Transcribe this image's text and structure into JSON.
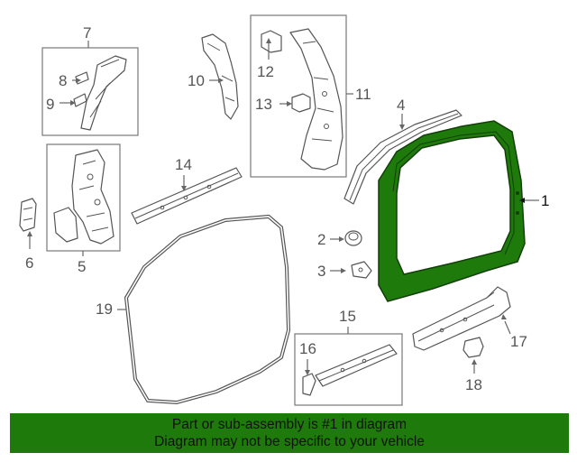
{
  "colors": {
    "highlight_part": "#1f7a0c",
    "banner_background": "#1f7a0c",
    "line_art": "#555555"
  },
  "callouts": {
    "c1": "1",
    "c2": "2",
    "c3": "3",
    "c4": "4",
    "c5": "5",
    "c6": "6",
    "c7": "7",
    "c8": "8",
    "c9": "9",
    "c10": "10",
    "c11": "11",
    "c12": "12",
    "c13": "13",
    "c14": "14",
    "c15": "15",
    "c16": "16",
    "c17": "17",
    "c18": "18",
    "c19": "19"
  },
  "banner": {
    "line1": "Part or sub-assembly is #1 in diagram",
    "line2": "Diagram may not be specific to your vehicle"
  }
}
